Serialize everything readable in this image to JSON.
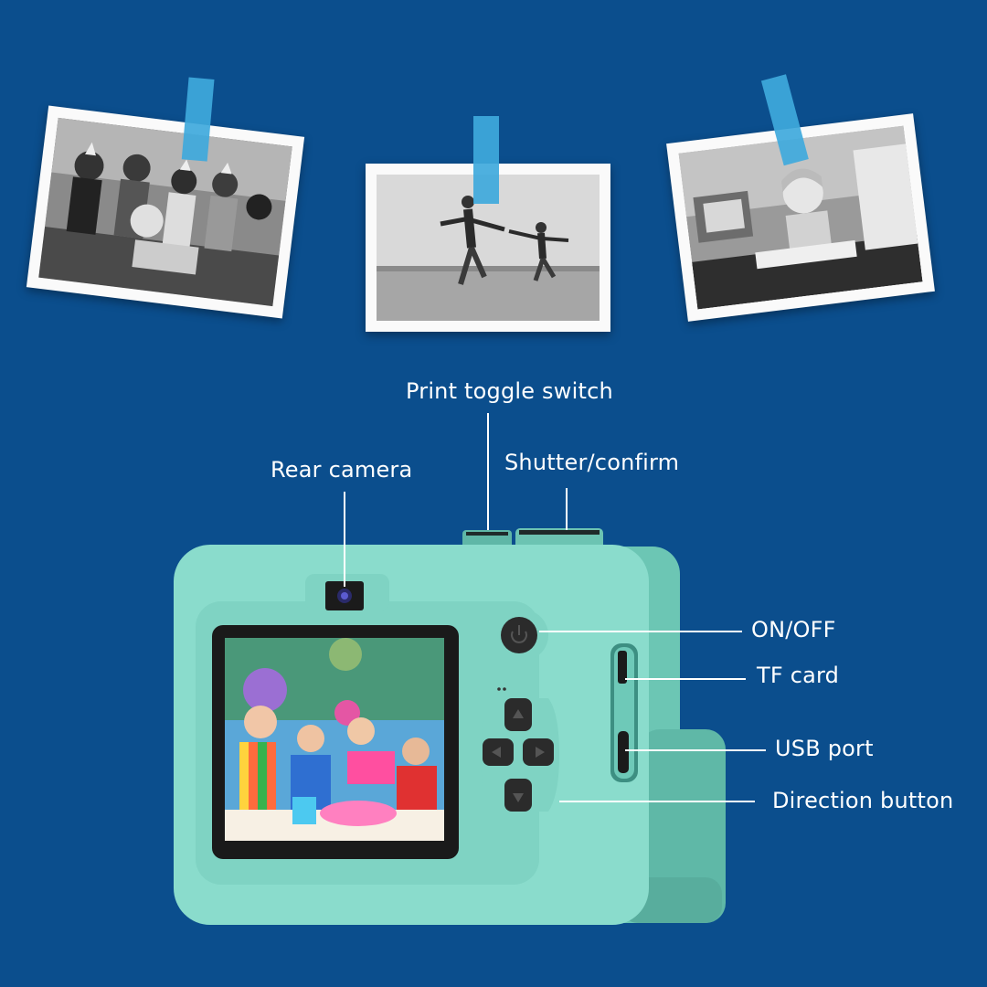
{
  "photos": [
    {
      "name": "party-photo",
      "scene": "kids-party"
    },
    {
      "name": "beach-photo",
      "scene": "father-son-beach"
    },
    {
      "name": "study-photo",
      "scene": "girl-studying"
    }
  ],
  "camera": {
    "color": "#86d9c9",
    "screen_scene": "kids-birthday-color"
  },
  "labels": {
    "print_toggle": "Print toggle switch",
    "shutter": "Shutter/confirm",
    "rear_camera": "Rear camera",
    "on_off": "ON/OFF",
    "tf_card": "TF card",
    "usb_port": "USB port",
    "direction_button": "Direction button"
  },
  "colors": {
    "background": "#0b4e8d",
    "tape": "#3fa9dc",
    "label_text": "#ffffff"
  }
}
